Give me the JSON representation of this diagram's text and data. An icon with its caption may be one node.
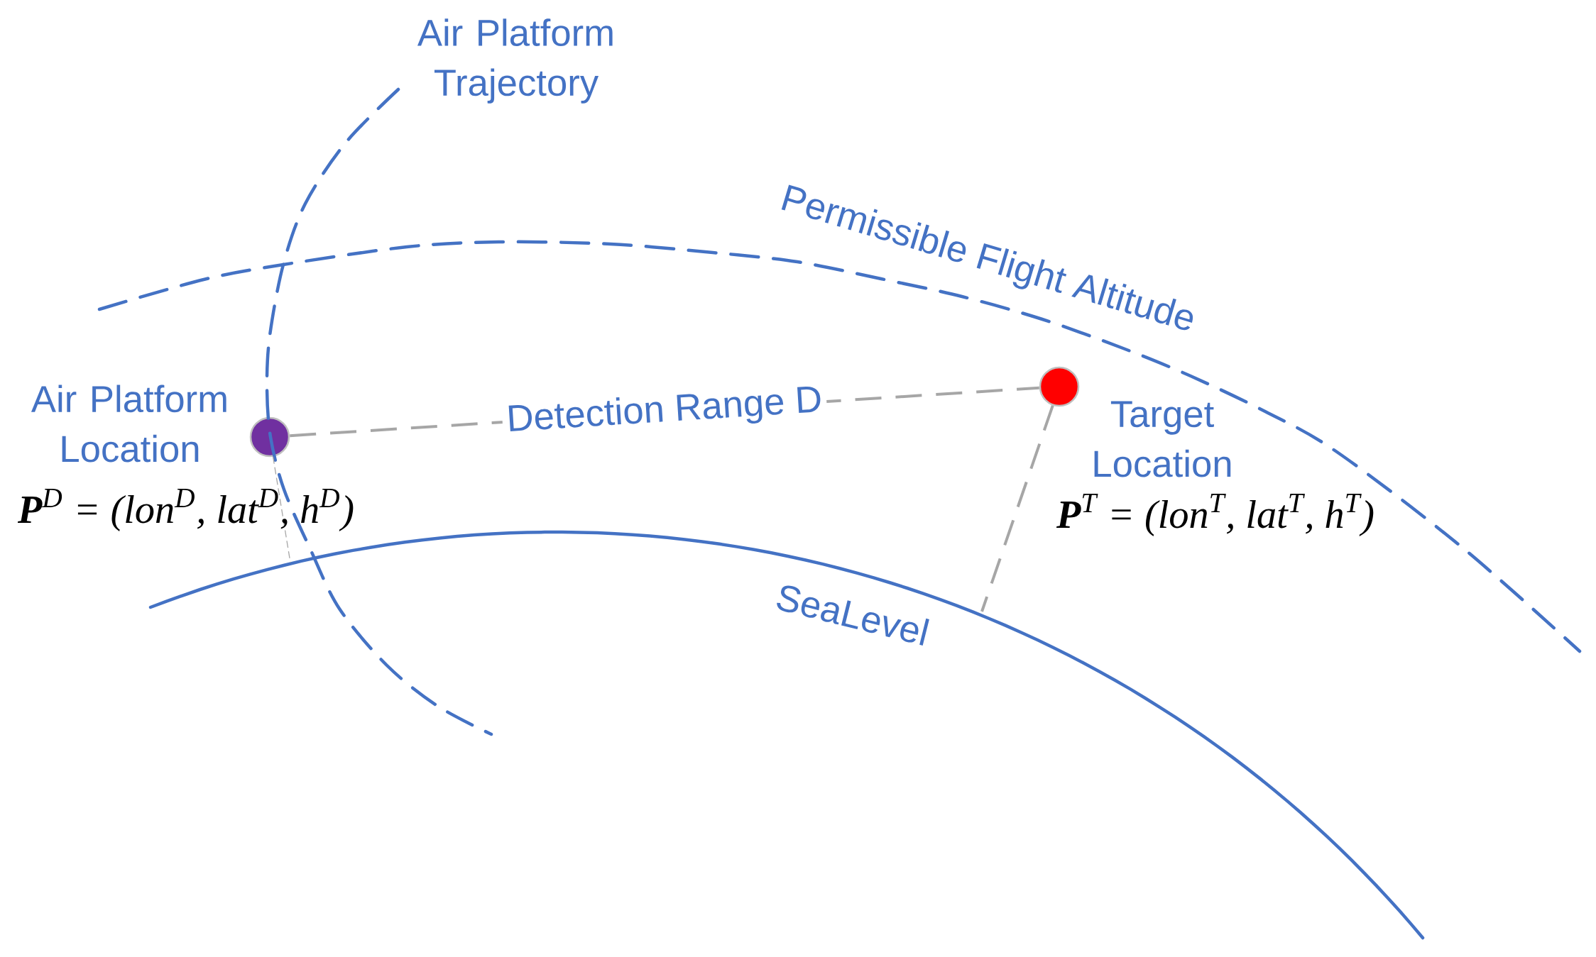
{
  "diagram": {
    "nodes": [
      {
        "text": [],
        "shape": "circle",
        "beside": [
          "Air Platform Location",
          "**P**$^{D}$ = (lon$^{D}$, lat$^{D}$, h$^{D}$)"
        ]
      },
      {
        "text": [],
        "shape": "circle",
        "beside": [
          "Target Location",
          "**P**$^{T}$ = (lon$^{T}$, lat$^{T}$, h$^{T}$)"
        ]
      }
    ],
    "edges": [
      {
        "from": 0,
        "to": 1,
        "arrow": "none",
        "label": "Detection Range D",
        "style": "dashed"
      },
      {
        "from": 0,
        "to": null,
        "arrow": "none",
        "style": "dashed"
      },
      {
        "from": 1,
        "to": null,
        "arrow": "none",
        "style": "dashed"
      }
    ],
    "labels": [
      "Air Platform Trajectory",
      "Permissible Flight Altitude",
      "SeaLevel"
    ]
  }
}
